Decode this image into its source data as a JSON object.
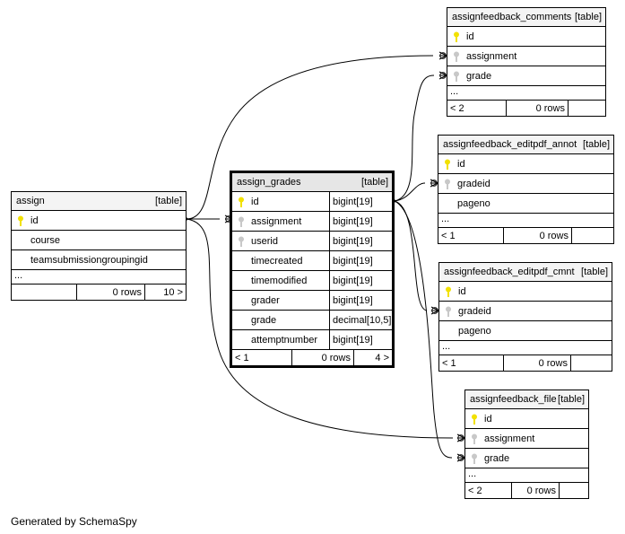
{
  "credit": "Generated by SchemaSpy",
  "colors": {
    "primary_key_icon": "#f2e100",
    "foreign_key_icon": "#c8c8c8",
    "header_bg": "#f4f4f4"
  },
  "tables": {
    "assign": {
      "name": "assign",
      "tag": "[table]",
      "columns": [
        {
          "name": "id",
          "key": "primary"
        },
        {
          "name": "course",
          "key": "none"
        },
        {
          "name": "teamsubmissiongroupingid",
          "key": "none"
        }
      ],
      "more": "...",
      "footer": {
        "parents": "",
        "rows": "0 rows",
        "children": "10 >"
      }
    },
    "assign_grades": {
      "name": "assign_grades",
      "tag": "[table]",
      "columns": [
        {
          "name": "id",
          "type": "bigint[19]",
          "key": "primary"
        },
        {
          "name": "assignment",
          "type": "bigint[19]",
          "key": "foreign"
        },
        {
          "name": "userid",
          "type": "bigint[19]",
          "key": "foreign"
        },
        {
          "name": "timecreated",
          "type": "bigint[19]",
          "key": "none"
        },
        {
          "name": "timemodified",
          "type": "bigint[19]",
          "key": "none"
        },
        {
          "name": "grader",
          "type": "bigint[19]",
          "key": "none"
        },
        {
          "name": "grade",
          "type": "decimal[10,5]",
          "key": "none"
        },
        {
          "name": "attemptnumber",
          "type": "bigint[19]",
          "key": "none"
        }
      ],
      "footer": {
        "parents": "< 1",
        "rows": "0 rows",
        "children": "4 >"
      }
    },
    "assignfeedback_comments": {
      "name": "assignfeedback_comments",
      "tag": "[table]",
      "columns": [
        {
          "name": "id",
          "key": "primary"
        },
        {
          "name": "assignment",
          "key": "foreign"
        },
        {
          "name": "grade",
          "key": "foreign"
        }
      ],
      "more": "...",
      "footer": {
        "parents": "< 2",
        "rows": "0 rows",
        "children": ""
      }
    },
    "assignfeedback_editpdf_annot": {
      "name": "assignfeedback_editpdf_annot",
      "tag": "[table]",
      "columns": [
        {
          "name": "id",
          "key": "primary"
        },
        {
          "name": "gradeid",
          "key": "foreign"
        },
        {
          "name": "pageno",
          "key": "none"
        }
      ],
      "more": "...",
      "footer": {
        "parents": "< 1",
        "rows": "0 rows",
        "children": ""
      }
    },
    "assignfeedback_editpdf_cmnt": {
      "name": "assignfeedback_editpdf_cmnt",
      "tag": "[table]",
      "columns": [
        {
          "name": "id",
          "key": "primary"
        },
        {
          "name": "gradeid",
          "key": "foreign"
        },
        {
          "name": "pageno",
          "key": "none"
        }
      ],
      "more": "...",
      "footer": {
        "parents": "< 1",
        "rows": "0 rows",
        "children": ""
      }
    },
    "assignfeedback_file": {
      "name": "assignfeedback_file",
      "tag": "[table]",
      "columns": [
        {
          "name": "id",
          "key": "primary"
        },
        {
          "name": "assignment",
          "key": "foreign"
        },
        {
          "name": "grade",
          "key": "foreign"
        }
      ],
      "more": "...",
      "footer": {
        "parents": "< 2",
        "rows": "0 rows",
        "children": ""
      }
    }
  }
}
